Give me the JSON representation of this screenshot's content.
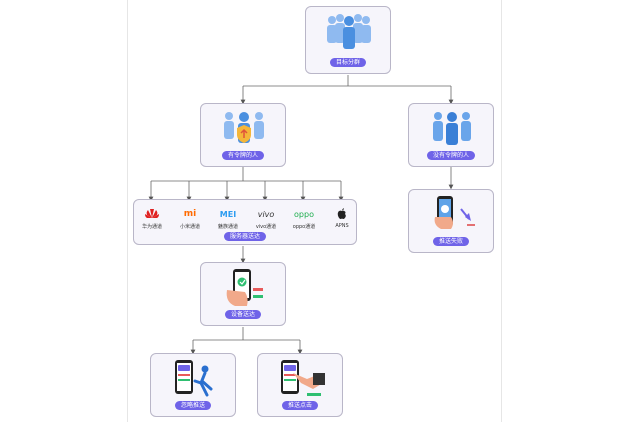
{
  "nodes": {
    "target_group": "目标分群",
    "has_token": "有令牌的人",
    "no_token": "没有令牌的人",
    "server_reach": "服务器送达",
    "push_fail": "推送失败",
    "device_reach": "设备送达",
    "ignore_push": "忽略推送",
    "push_click": "推送点击"
  },
  "channels": [
    {
      "label": "华为通道",
      "logo": "huawei-logo",
      "color": "#e02020"
    },
    {
      "label": "小米通道",
      "logo": "mi-logo",
      "logo_text": "mi",
      "color": "#ff6a00"
    },
    {
      "label": "魅族通道",
      "logo": "meizu-logo",
      "logo_text": "MEI",
      "color": "#2c9cf0"
    },
    {
      "label": "vivo通道",
      "logo": "vivo-logo",
      "logo_text": "vivo",
      "color": "#333333"
    },
    {
      "label": "oppo通道",
      "logo": "oppo-logo",
      "logo_text": "oppo",
      "color": "#1fae4f"
    },
    {
      "label": "APNS",
      "logo": "apple-logo",
      "color": "#222222"
    }
  ],
  "colors": {
    "accent": "#6f63e8",
    "people": "#4a8fe0",
    "people_light": "#8fbaf0"
  }
}
